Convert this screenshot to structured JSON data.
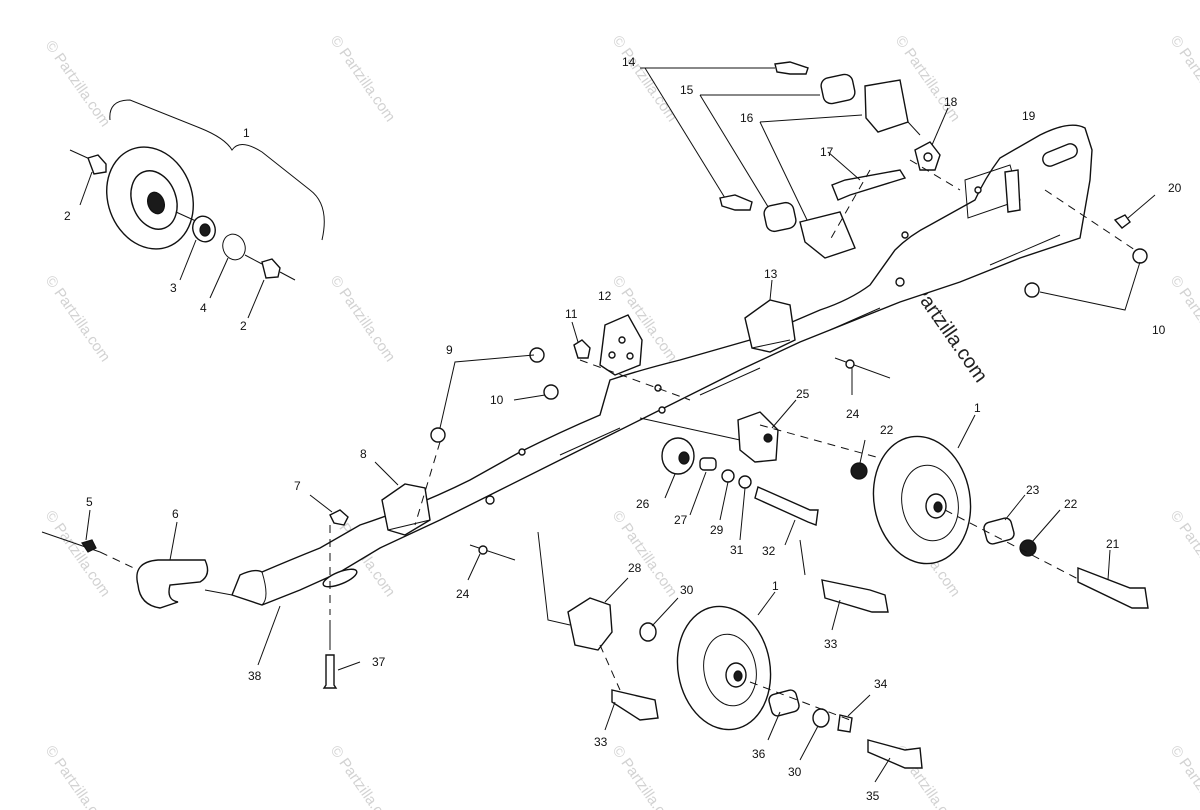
{
  "watermark": {
    "text": "© Partzilla.com",
    "center_text": "Partzilla.com"
  },
  "callouts": {
    "c1a": "1",
    "c1b": "1",
    "c1c": "1",
    "c2a": "2",
    "c2b": "2",
    "c3": "3",
    "c4": "4",
    "c5": "5",
    "c6": "6",
    "c7": "7",
    "c8": "8",
    "c9": "9",
    "c10a": "10",
    "c10b": "10",
    "c11": "11",
    "c12": "12",
    "c13": "13",
    "c14": "14",
    "c15": "15",
    "c16": "16",
    "c17": "17",
    "c18": "18",
    "c19": "19",
    "c20": "20",
    "c21": "21",
    "c22a": "22",
    "c22b": "22",
    "c23": "23",
    "c24a": "24",
    "c24b": "24",
    "c25": "25",
    "c26": "26",
    "c27": "27",
    "c28": "28",
    "c29": "29",
    "c30a": "30",
    "c30b": "30",
    "c31": "31",
    "c32": "32",
    "c33a": "33",
    "c33b": "33",
    "c34": "34",
    "c35": "35",
    "c36": "36",
    "c37": "37",
    "c38": "38"
  }
}
